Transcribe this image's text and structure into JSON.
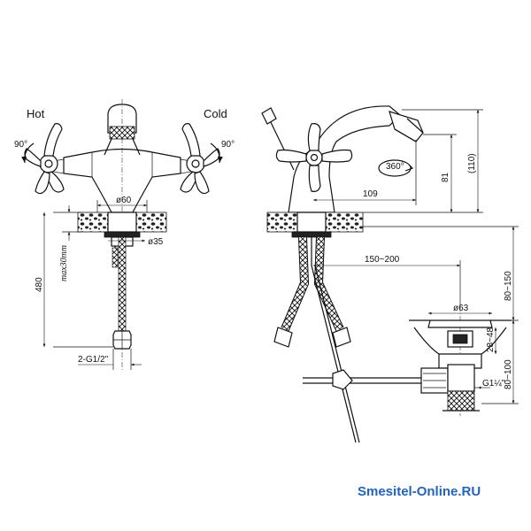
{
  "labels": {
    "hot": "Hot",
    "cold": "Cold",
    "hot_angle": "90°",
    "cold_angle": "90°",
    "spout_rotation": "360°",
    "dia_body": "ø60",
    "dia_shank": "ø35",
    "height_total": "480",
    "max_thickness": "max30mm",
    "connection": "2-G1/2\"",
    "reach": "109",
    "height_spout": "81",
    "height_top": "(110)",
    "hose_spread": "150~200",
    "dia_drain": "ø63",
    "drain_depth": "28~48",
    "drain_pos_upper": "80~150",
    "drain_pos_lower": "80~100",
    "drain_thread": "G1¼\""
  },
  "watermark": "Smesitel-Online.RU",
  "colors": {
    "line": "#111111",
    "watermark": "#1f63c8",
    "background": "#ffffff"
  }
}
